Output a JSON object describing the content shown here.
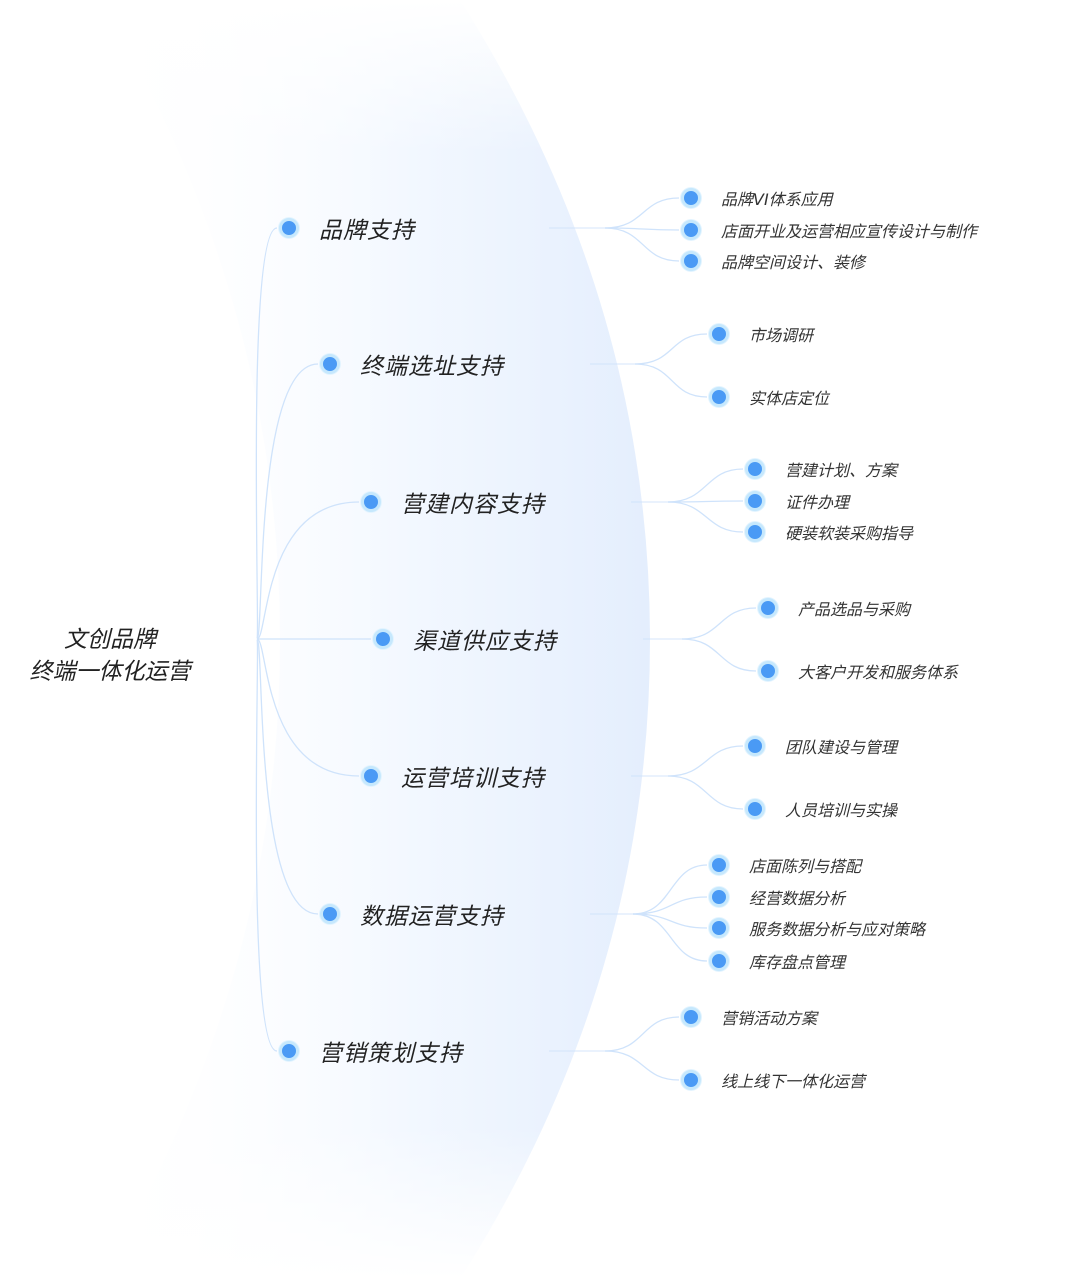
{
  "root": {
    "line1": "文创品牌",
    "line2": "终端一体化运营"
  },
  "colors": {
    "dot": "#4a9af5",
    "ring": "#c6e8fd",
    "link": "#cfe3fb",
    "glow": "#e3eefd"
  },
  "branches": [
    {
      "label": "品牌支持",
      "children": [
        "品牌VI体系应用",
        "店面开业及运营相应宣传设计与制作",
        "品牌空间设计、装修"
      ]
    },
    {
      "label": "终端选址支持",
      "children": [
        "市场调研",
        "实体店定位"
      ]
    },
    {
      "label": "营建内容支持",
      "children": [
        "营建计划、方案",
        "证件办理",
        "硬装软装采购指导"
      ]
    },
    {
      "label": "渠道供应支持",
      "children": [
        "产品选品与采购",
        "大客户开发和服务体系"
      ]
    },
    {
      "label": "运营培训支持",
      "children": [
        "团队建设与管理",
        "人员培训与实操"
      ]
    },
    {
      "label": "数据运营支持",
      "children": [
        "店面陈列与搭配",
        "经营数据分析",
        "服务数据分析与应对策略",
        "库存盘点管理"
      ]
    },
    {
      "label": "营销策划支持",
      "children": [
        "营销活动方案",
        "线上线下一体化运营"
      ]
    }
  ]
}
